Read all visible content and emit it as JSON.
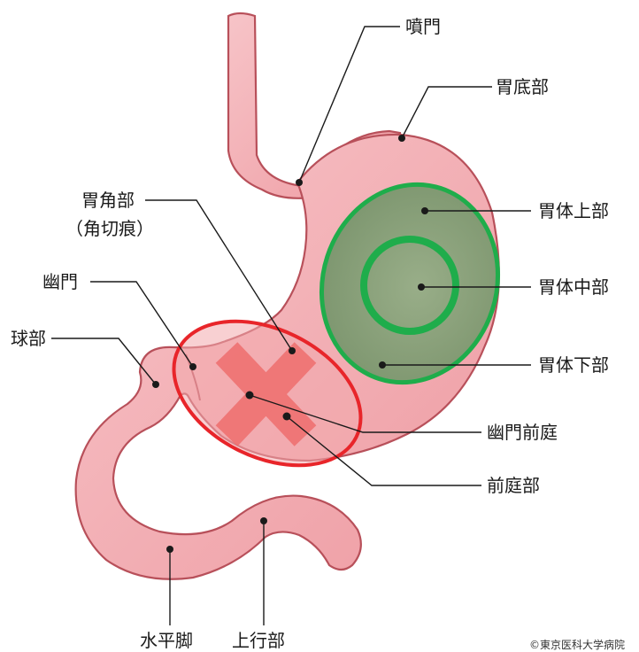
{
  "labels": {
    "cardia": "噴門",
    "fundus": "胃底部",
    "upper_body": "胃体上部",
    "middle_body": "胃体中部",
    "lower_body": "胃体下部",
    "angle": "胃角部",
    "angle_sub": "（角切痕）",
    "pylorus": "幽門",
    "bulb": "球部",
    "pyloric_antrum": "幽門前庭",
    "antrum": "前庭部",
    "horizontal": "水平脚",
    "ascending": "上行部"
  },
  "credit": "©東京医科大学病院",
  "colors": {
    "organ_fill": "#f4b3b8",
    "organ_outline": "#b8505a",
    "green_region": "#1fad4b",
    "green_fill": "#7f9e72",
    "red_region": "#e8252a",
    "red_cross": "#ef6e6e"
  }
}
